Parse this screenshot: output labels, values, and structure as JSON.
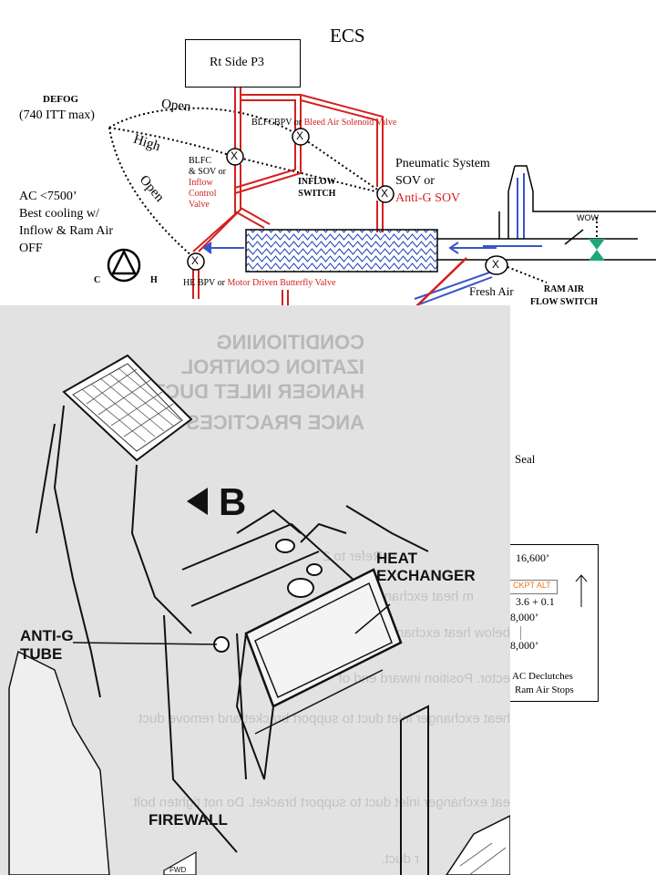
{
  "title": "ECS",
  "top": {
    "rt_side": "Rt Side P3",
    "defog": "DEFOG",
    "itt": "(740 ITT max)",
    "open1": "Open",
    "high": "High",
    "open2": "Open",
    "ac_lines": [
      "AC <7500’",
      "Best cooling  w/",
      "Inflow & Ram Air",
      "OFF"
    ],
    "c": "C",
    "h": "H",
    "blfcbpv_a": "BLFCBPV  or",
    "blfcbpv_b": "Bleed Air Solenoid Valve",
    "blfc_lines": [
      "BLFC",
      "& SOV or"
    ],
    "blfc_red_lines": [
      "Inflow",
      "Control",
      "Valve"
    ],
    "inflow_switch": [
      "INFLOW",
      "SWITCH"
    ],
    "pneumatic": [
      "Pneumatic System",
      "SOV or"
    ],
    "antig_sov": "Anti-G SOV",
    "wow": "WOW",
    "he_bpv_a": "HE BPV or",
    "he_bpv_b": "Motor Driven Butterfly Valve",
    "fresh_air": "Fresh Air",
    "ram_air": [
      "RAM  AIR",
      "FLOW SWITCH"
    ],
    "valve_mark": "X"
  },
  "manual": {
    "headings": [
      "CONDITIONING",
      "IZATION CONTROL",
      "HANGER INLET DUCT",
      "ANCE PRACTICES"
    ],
    "b": "B",
    "heat_exchanger": [
      "HEAT",
      "EXCHANGER"
    ],
    "anti_g": [
      "ANTI-G",
      "TUBE"
    ],
    "firewall": "FIREWALL",
    "fwd": "FWD",
    "steps": [
      "Refer to 2",
      "m heat exchanger du",
      "below heat exchanger in",
      "ector. Position inward end of",
      "heat exchanger inlet duct to support bracket and remove duct",
      "eat exchanger inlet duct to support bracket. Do not tighten bolt",
      "r duct."
    ]
  },
  "seal": "Seal",
  "alt_box": {
    "alt1": "16,600’",
    "cockpit": "CKPT ALT",
    "ratio": "3.6 + 0.1",
    "alt2": "8,000’",
    "alt3": "8,000’",
    "note1": "AC Declutches",
    "note2": "Ram Air Stops"
  },
  "colors": {
    "bleed_red": "#d42020",
    "valve_green": "#1fa57a",
    "air_blue": "#3b55c8",
    "cockpit_orange": "#e8781c"
  }
}
